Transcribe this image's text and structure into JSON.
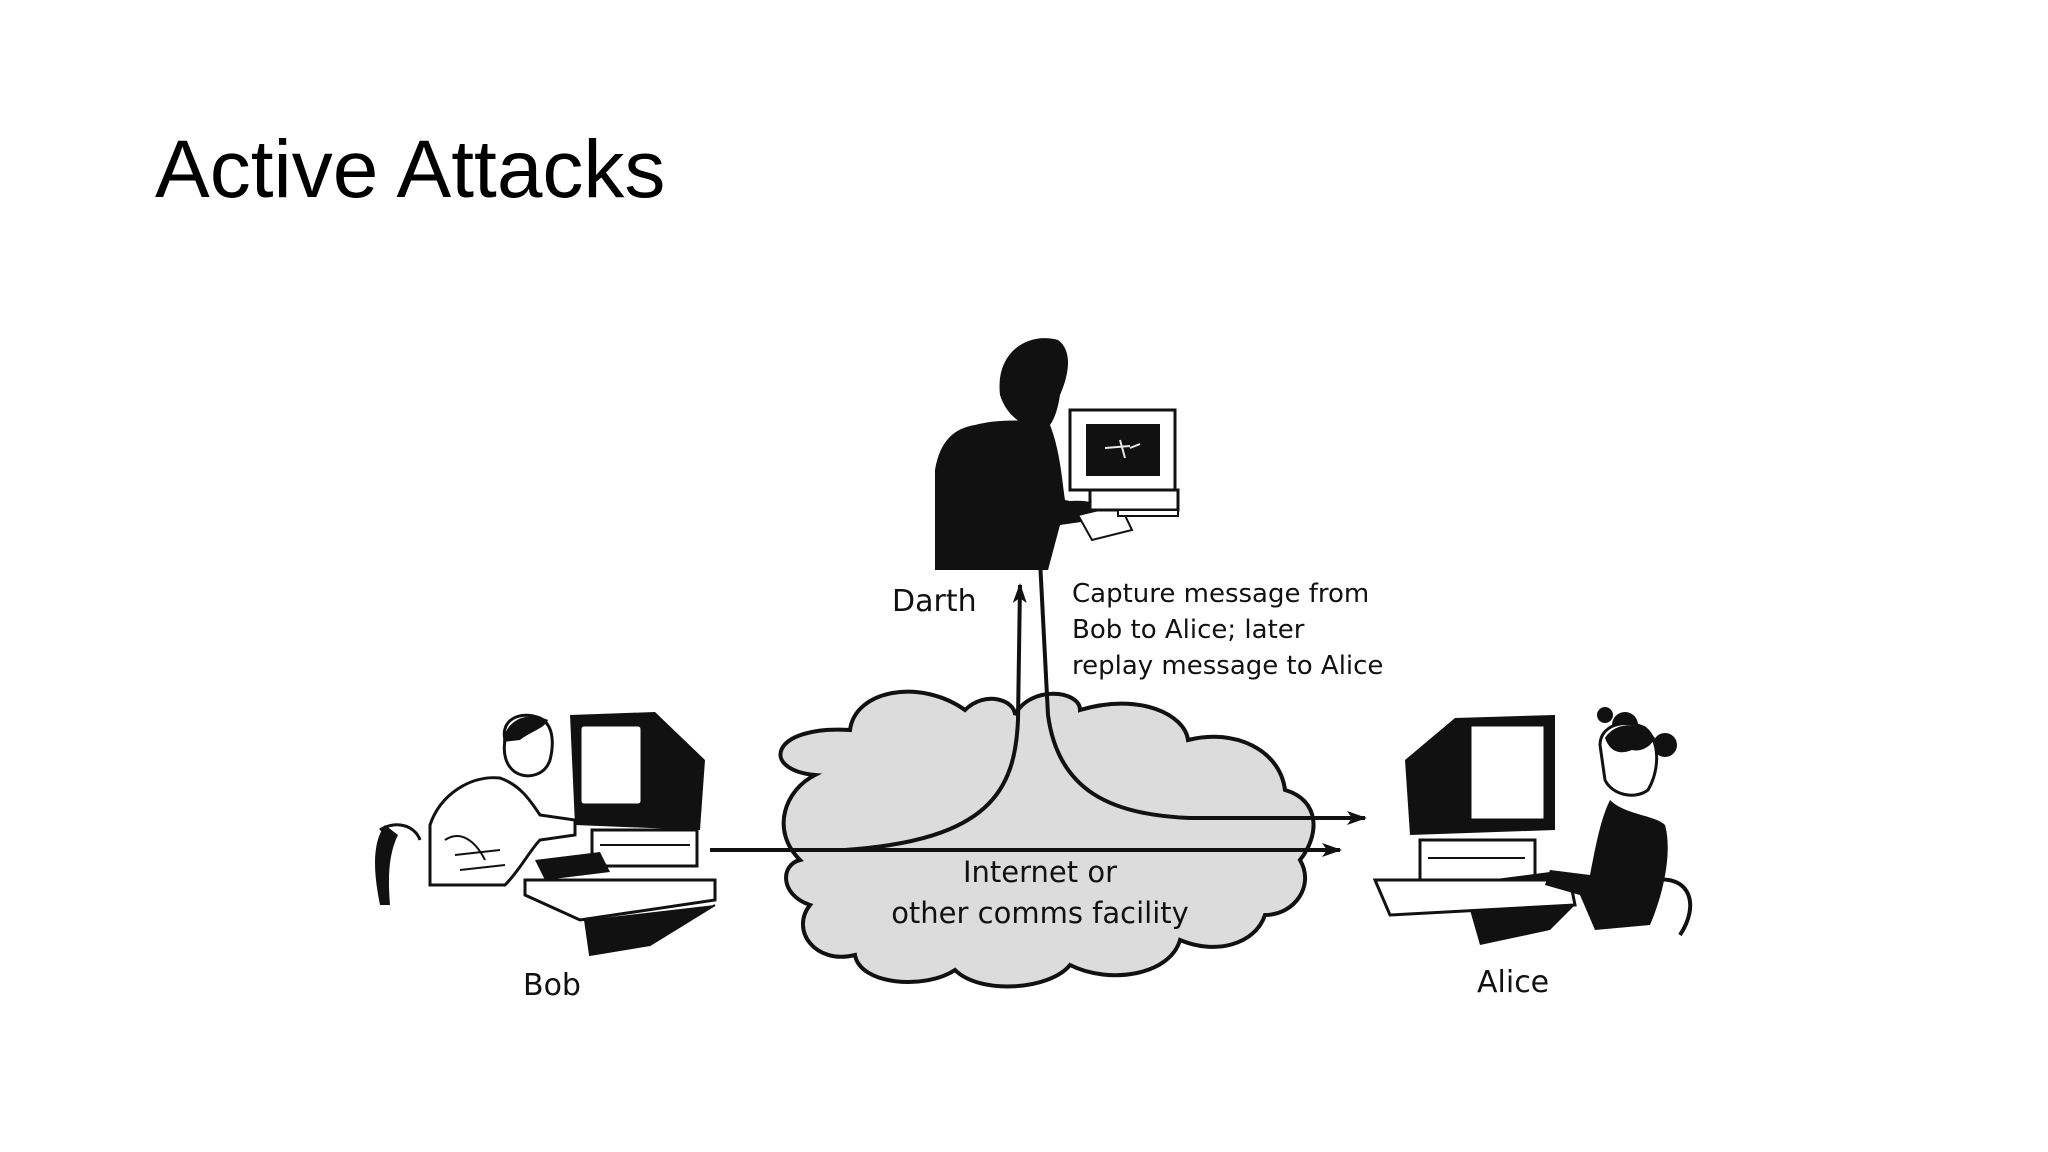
{
  "slide": {
    "title": "Active Attacks"
  },
  "diagram": {
    "actors": {
      "darth": "Darth",
      "bob": "Bob",
      "alice": "Alice"
    },
    "network_label": {
      "line1": "Internet or",
      "line2": "other comms facility"
    },
    "annotation": {
      "line1": "Capture message from",
      "line2": "Bob to Alice; later",
      "line3": "replay message to Alice"
    },
    "colors": {
      "cloud_fill": "#dcdcdc",
      "ink": "#111111"
    }
  }
}
